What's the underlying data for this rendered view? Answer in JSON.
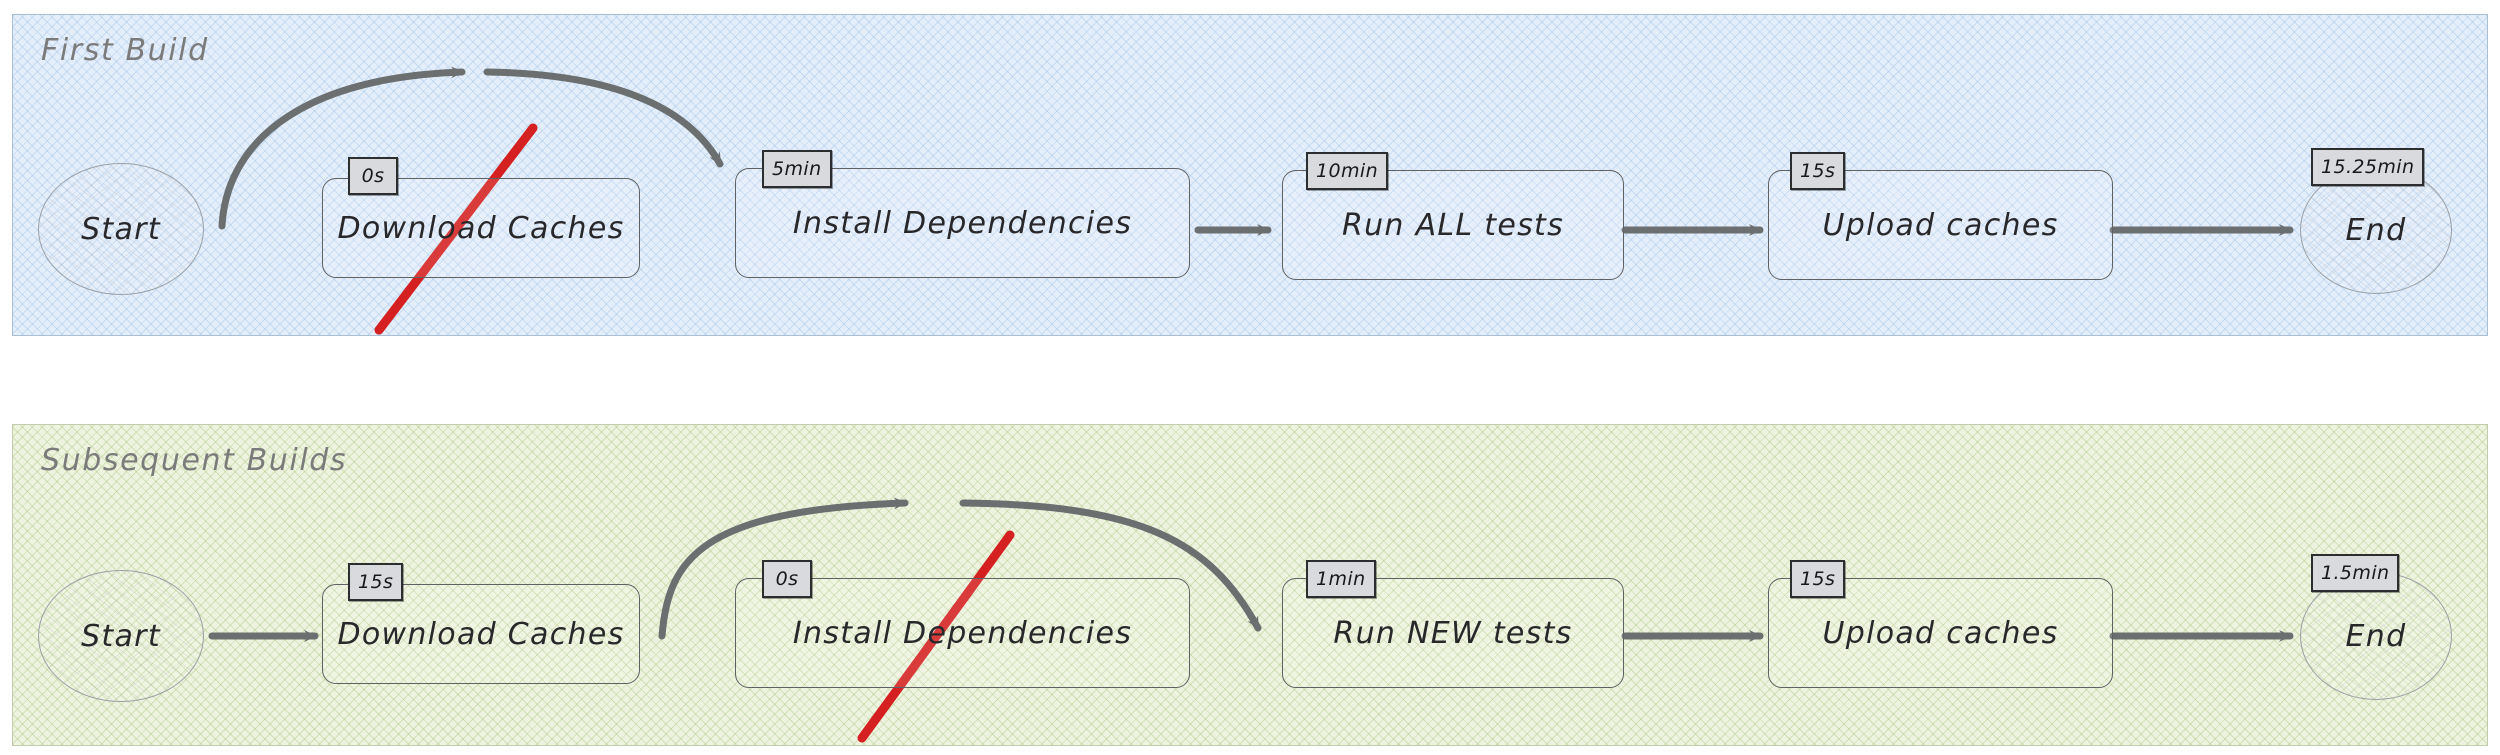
{
  "diagram": {
    "title_first": "First Build",
    "title_second": "Subsequent Builds",
    "accent_arrow_color": "#6b6f70",
    "strike_color": "#d42020",
    "first_lane_bg": "#e4eefa",
    "second_lane_bg": "#eef3e0"
  },
  "lanes": [
    {
      "id": "first-build",
      "label": "First Build",
      "nodes": [
        {
          "id": "start",
          "label": "Start",
          "badge": null,
          "shape": "circle",
          "struck": false
        },
        {
          "id": "dlcache",
          "label": "Download Caches",
          "badge": "0s",
          "shape": "box",
          "struck": true
        },
        {
          "id": "install",
          "label": "Install Dependencies",
          "badge": "5min",
          "shape": "box",
          "struck": false
        },
        {
          "id": "tests",
          "label": "Run ALL tests",
          "badge": "10min",
          "shape": "box",
          "struck": false
        },
        {
          "id": "upload",
          "label": "Upload caches",
          "badge": "15s",
          "shape": "box",
          "struck": false
        },
        {
          "id": "end",
          "label": "End",
          "badge": "15.25min",
          "shape": "circle",
          "struck": false
        }
      ],
      "edges": [
        {
          "from": "start",
          "to": "install",
          "type": "bypass-curve"
        },
        {
          "from": "install",
          "to": "tests",
          "type": "straight"
        },
        {
          "from": "tests",
          "to": "upload",
          "type": "straight"
        },
        {
          "from": "upload",
          "to": "end",
          "type": "straight"
        }
      ],
      "total": "15.25min"
    },
    {
      "id": "subsequent-builds",
      "label": "Subsequent Builds",
      "nodes": [
        {
          "id": "start2",
          "label": "Start",
          "badge": null,
          "shape": "circle",
          "struck": false
        },
        {
          "id": "dlcache2",
          "label": "Download Caches",
          "badge": "15s",
          "shape": "box",
          "struck": false
        },
        {
          "id": "install2",
          "label": "Install Dependencies",
          "badge": "0s",
          "shape": "box",
          "struck": true
        },
        {
          "id": "tests2",
          "label": "Run NEW tests",
          "badge": "1min",
          "shape": "box",
          "struck": false
        },
        {
          "id": "upload2",
          "label": "Upload caches",
          "badge": "15s",
          "shape": "box",
          "struck": false
        },
        {
          "id": "end2",
          "label": "End",
          "badge": "1.5min",
          "shape": "circle",
          "struck": false
        }
      ],
      "edges": [
        {
          "from": "start2",
          "to": "dlcache2",
          "type": "straight"
        },
        {
          "from": "dlcache2",
          "to": "tests2",
          "type": "bypass-curve"
        },
        {
          "from": "tests2",
          "to": "upload2",
          "type": "straight"
        },
        {
          "from": "upload2",
          "to": "end2",
          "type": "straight"
        }
      ],
      "total": "1.5min"
    }
  ]
}
